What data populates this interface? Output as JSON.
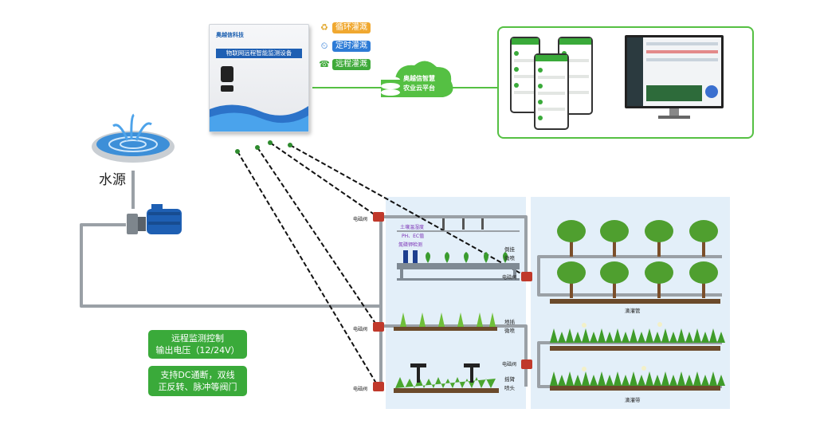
{
  "cabinet": {
    "logo": "奥越信科技",
    "band_text": "物联网远程智能监测设备"
  },
  "features": [
    {
      "label": "循环灌溉",
      "icon": "recycle-icon",
      "glyph": "♻"
    },
    {
      "label": "定时灌溉",
      "icon": "clock-icon",
      "glyph": "⏲"
    },
    {
      "label": "远程灌溉",
      "icon": "phone-icon",
      "glyph": "☎"
    }
  ],
  "cloud": {
    "line1": "奥越信智慧",
    "line2": "农业云平台"
  },
  "water_source": "水源",
  "valve_label": "电磁阀",
  "sensor_lines": [
    "土壤温湿度",
    "PH、EC值",
    "氮磷钾检测"
  ],
  "sprinkler_labels": {
    "hanging": [
      "倒挂",
      "微喷"
    ],
    "ground": [
      "地插",
      "微喷"
    ],
    "rocker": [
      "摇臂",
      "喷头"
    ]
  },
  "drip_pipe": "滴灌管",
  "drip_tape": "滴灌带",
  "info_boxes": [
    [
      "远程监测控制",
      "输出电压（12/24V）"
    ],
    [
      "支持DC通断，双线",
      "正反转、脉冲等阀门"
    ]
  ],
  "colors": {
    "green": "#3aaa3a",
    "pipe": "#9aa0a6",
    "panel": "#e3eff9",
    "dashed": "#111111",
    "blue": "#1e5fb3"
  }
}
